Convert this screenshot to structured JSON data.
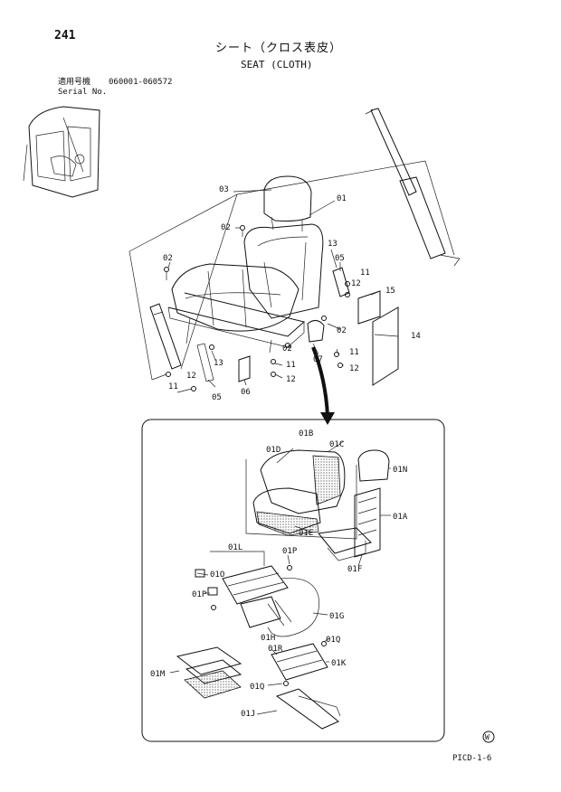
{
  "header": {
    "page_number": "241",
    "title_jp": "シート（クロス表皮）",
    "title_en": "SEAT (CLOTH)",
    "serial_label_jp": "適用号機",
    "serial_range": "060001-060572",
    "serial_label_en": "Serial No."
  },
  "footer": {
    "region_mark": "W",
    "figure_code": "PICD-1-6"
  },
  "part_labels": {
    "p01": "01",
    "p02": "02",
    "p03": "03",
    "p05": "05",
    "p06": "06",
    "p07": "07",
    "p11": "11",
    "p12": "12",
    "p13": "13",
    "p14": "14",
    "p15": "15",
    "p01A": "01A",
    "p01B": "01B",
    "p01C": "01C",
    "p01D": "01D",
    "p01E": "01E",
    "p01F": "01F",
    "p01G": "01G",
    "p01H": "01H",
    "p01J": "01J",
    "p01K": "01K",
    "p01L": "01L",
    "p01M": "01M",
    "p01N": "01N",
    "p01O": "01O",
    "p01P": "01P",
    "p01Q": "01Q",
    "p01R": "01R"
  }
}
